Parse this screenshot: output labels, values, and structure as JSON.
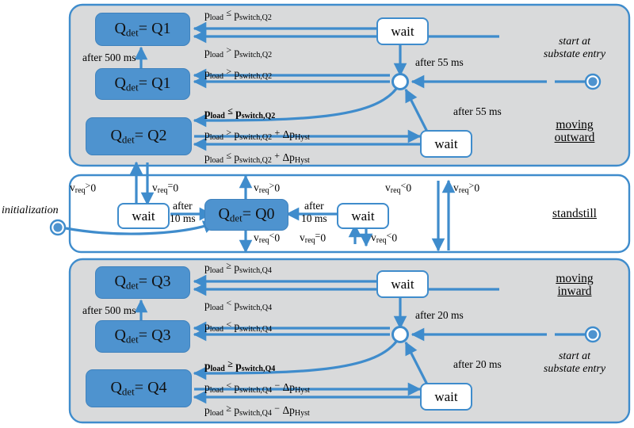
{
  "diagram": {
    "title": "state machine: load detection with velocity request",
    "colors": {
      "state_fill": "#4e93cf",
      "panel_fill": "#d9dadb",
      "panel_stroke": "#3f8ccc",
      "arrow": "#3f8ccc",
      "wait_fill": "#ffffff",
      "text": "#000000"
    },
    "regions": [
      {
        "id": "moving-outward",
        "title_line1": "moving",
        "title_line2": "outward",
        "note_line1": "start at",
        "note_line2": "substate entry"
      },
      {
        "id": "standstill",
        "title_line1": "standstill",
        "title_line2": ""
      },
      {
        "id": "moving-inward",
        "title_line1": "moving",
        "title_line2": "inward",
        "note_line1": "start at",
        "note_line2": "substate entry"
      }
    ],
    "states": {
      "q1_top": {
        "var": "Q",
        "sub": "det",
        "eq": "= Q1"
      },
      "q1_mid": {
        "var": "Q",
        "sub": "det",
        "eq": "= Q1"
      },
      "q2": {
        "var": "Q",
        "sub": "det",
        "eq": "= Q2"
      },
      "q0": {
        "var": "Q",
        "sub": "det",
        "eq": "= Q0"
      },
      "q3_top": {
        "var": "Q",
        "sub": "det",
        "eq": "= Q3"
      },
      "q3_mid": {
        "var": "Q",
        "sub": "det",
        "eq": "= Q3"
      },
      "q4": {
        "var": "Q",
        "sub": "det",
        "eq": "= Q4"
      }
    },
    "wait_label": "wait",
    "init_label": "initialization",
    "labels": {
      "outward": {
        "c1": {
          "p": "p",
          "psub": "load",
          "rel": "≤",
          "q": "p",
          "qsub": "switch,Q2",
          "tail": ""
        },
        "c2": {
          "p": "p",
          "psub": "load",
          "rel": ">",
          "q": "p",
          "qsub": "switch,Q2",
          "tail": ""
        },
        "c3": {
          "p": "p",
          "psub": "load",
          "rel": ">",
          "q": "p",
          "qsub": "switch,Q2",
          "tail": ""
        },
        "c4": {
          "p": "p",
          "psub": "load",
          "rel": "≤",
          "q": "p",
          "qsub": "switch,Q2",
          "tail": ""
        },
        "c5": {
          "p": "p",
          "psub": "load",
          "rel": ">",
          "q": "p",
          "qsub": "switch,Q2",
          "tail": "+ Δp",
          "tailsub": "Hyst"
        },
        "c6": {
          "p": "p",
          "psub": "load",
          "rel": "≤",
          "q": "p",
          "qsub": "switch,Q2",
          "tail": "+ Δp",
          "tailsub": "Hyst"
        },
        "t_after500": "after 500 ms",
        "t_after55_a": "after 55 ms",
        "t_after55_b": "after 55 ms"
      },
      "inward": {
        "c1": {
          "p": "p",
          "psub": "load",
          "rel": "≥",
          "q": "p",
          "qsub": "switch,Q4",
          "tail": ""
        },
        "c2": {
          "p": "p",
          "psub": "load",
          "rel": "<",
          "q": "p",
          "qsub": "switch,Q4",
          "tail": ""
        },
        "c3": {
          "p": "p",
          "psub": "load",
          "rel": "<",
          "q": "p",
          "qsub": "switch,Q4",
          "tail": ""
        },
        "c4": {
          "p": "p",
          "psub": "load",
          "rel": "≥",
          "q": "p",
          "qsub": "switch,Q4",
          "tail": ""
        },
        "c5": {
          "p": "p",
          "psub": "load",
          "rel": "<",
          "q": "p",
          "qsub": "switch,Q4",
          "tail": "− Δp",
          "tailsub": "Hyst"
        },
        "c6": {
          "p": "p",
          "psub": "load",
          "rel": "≥",
          "q": "p",
          "qsub": "switch,Q4",
          "tail": "− Δp",
          "tailsub": "Hyst"
        },
        "t_after500": "after 500 ms",
        "t_after20_a": "after 20 ms",
        "t_after20_b": "after 20 ms"
      },
      "standstill": {
        "g_vgt0_left": {
          "v": "v",
          "vsub": "req",
          "rel": ">",
          "val": "0"
        },
        "g_veq0_left": {
          "v": "v",
          "vsub": "req",
          "rel": "=",
          "val": "0"
        },
        "g_vgt0_up": {
          "v": "v",
          "vsub": "req",
          "rel": ">",
          "val": "0"
        },
        "g_vlt0_down": {
          "v": "v",
          "vsub": "req",
          "rel": "<",
          "val": "0"
        },
        "g_veq0_mid": {
          "v": "v",
          "vsub": "req",
          "rel": "=",
          "val": "0"
        },
        "g_vlt0_mid": {
          "v": "v",
          "vsub": "req",
          "rel": "<",
          "val": "0"
        },
        "g_vlt0_right": {
          "v": "v",
          "vsub": "req",
          "rel": "<",
          "val": "0"
        },
        "g_vgt0_right": {
          "v": "v",
          "vsub": "req",
          "rel": ">",
          "val": "0"
        },
        "t_after10_left_1": "after",
        "t_after10_left_2": "10 ms",
        "t_after10_right_1": "after",
        "t_after10_right_2": "10 ms"
      }
    }
  }
}
